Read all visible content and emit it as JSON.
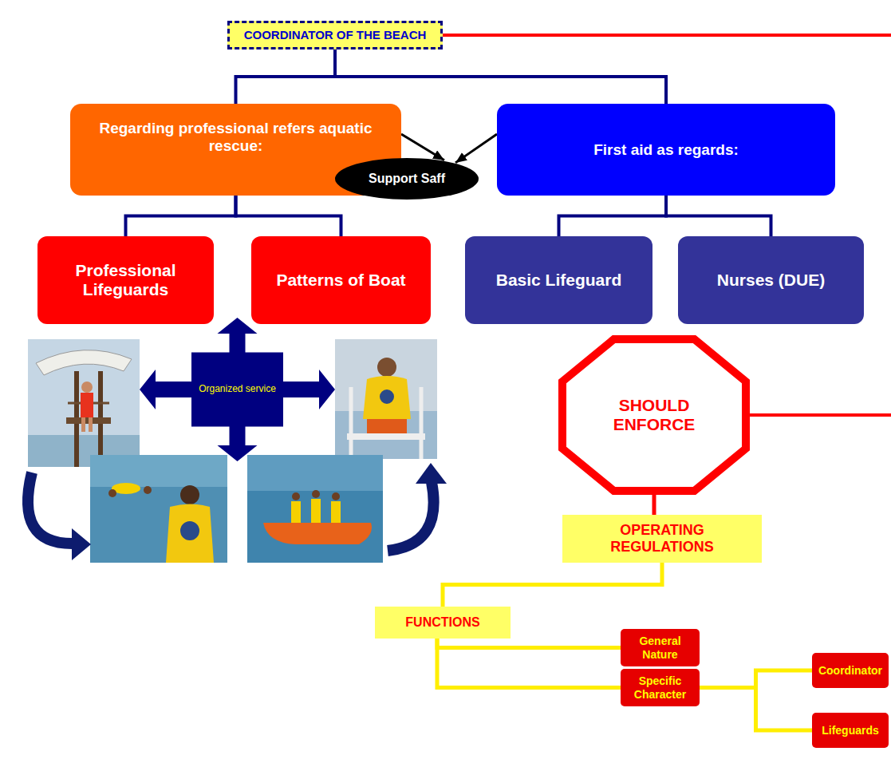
{
  "diagram": {
    "nodes": [
      {
        "text": [
          "COORDINATOR OF THE BEACH"
        ]
      },
      {
        "text": [
          "Regarding professional refers aquatic rescue:"
        ]
      },
      {
        "text": [
          "First aid as regards:"
        ]
      },
      {
        "text": [
          "Support Saff"
        ]
      },
      {
        "text": [
          "Professional Lifeguards"
        ]
      },
      {
        "text": [
          "Patterns of Boat"
        ]
      },
      {
        "text": [
          "Basic Lifeguard"
        ]
      },
      {
        "text": [
          "Nurses (DUE)"
        ]
      },
      {
        "text": [
          "Organized service"
        ]
      },
      {
        "text": [
          "SHOULD ENFORCE"
        ]
      },
      {
        "text": [
          "OPERATING REGULATIONS"
        ]
      },
      {
        "text": [
          "FUNCTIONS"
        ]
      },
      {
        "text": [
          "General Nature"
        ]
      },
      {
        "text": [
          "Specific Character"
        ]
      },
      {
        "text": [
          "Coordinator"
        ]
      },
      {
        "text": [
          "Lifeguards"
        ]
      }
    ],
    "edges": [
      {
        "from": 0,
        "to": 1,
        "arrow": "none"
      },
      {
        "from": 0,
        "to": 2,
        "arrow": "none"
      },
      {
        "from": 1,
        "to": 3,
        "arrow": "to"
      },
      {
        "from": 2,
        "to": 3,
        "arrow": "to"
      },
      {
        "from": 1,
        "to": 4,
        "arrow": "none"
      },
      {
        "from": 1,
        "to": 5,
        "arrow": "none"
      },
      {
        "from": 2,
        "to": 6,
        "arrow": "none"
      },
      {
        "from": 2,
        "to": 7,
        "arrow": "none"
      },
      {
        "from": 9,
        "to": 10,
        "arrow": "none"
      },
      {
        "from": 10,
        "to": 11,
        "arrow": "none"
      },
      {
        "from": 11,
        "to": 12,
        "arrow": "none"
      },
      {
        "from": 11,
        "to": 13,
        "arrow": "none"
      },
      {
        "from": 13,
        "to": 14,
        "arrow": "none"
      },
      {
        "from": 13,
        "to": 15,
        "arrow": "none"
      }
    ]
  }
}
